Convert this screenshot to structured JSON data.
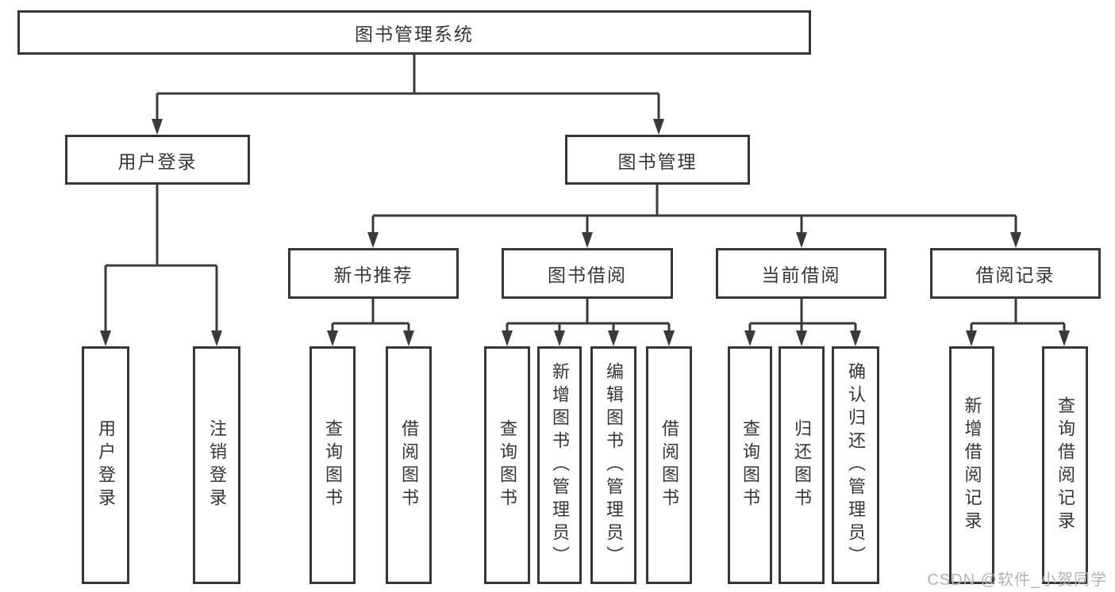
{
  "diagram": {
    "root": {
      "label": "图书管理系统"
    },
    "branches": [
      {
        "label": "用户登录",
        "children": [
          {
            "label": "用户登录"
          },
          {
            "label": "注销登录"
          }
        ]
      },
      {
        "label": "图书管理",
        "sections": [
          {
            "label": "新书推荐",
            "children": [
              {
                "label": "查询图书"
              },
              {
                "label": "借阅图书"
              }
            ]
          },
          {
            "label": "图书借阅",
            "children": [
              {
                "label": "查询图书"
              },
              {
                "label": "新增图书（管理员）"
              },
              {
                "label": "编辑图书（管理员）"
              },
              {
                "label": "借阅图书"
              }
            ]
          },
          {
            "label": "当前借阅",
            "children": [
              {
                "label": "查询图书"
              },
              {
                "label": "归还图书"
              },
              {
                "label": "确认归还（管理员）"
              }
            ]
          },
          {
            "label": "借阅记录",
            "children": [
              {
                "label": "新增借阅记录"
              },
              {
                "label": "查询借阅记录"
              }
            ]
          }
        ]
      }
    ]
  },
  "watermark": {
    "text": "CSDN @软件_小贺同学"
  },
  "colors": {
    "line": "#3a3a3a",
    "box_border": "#363636",
    "text": "#363636",
    "watermark": "#b3b3b3",
    "background": "#ffffff"
  }
}
